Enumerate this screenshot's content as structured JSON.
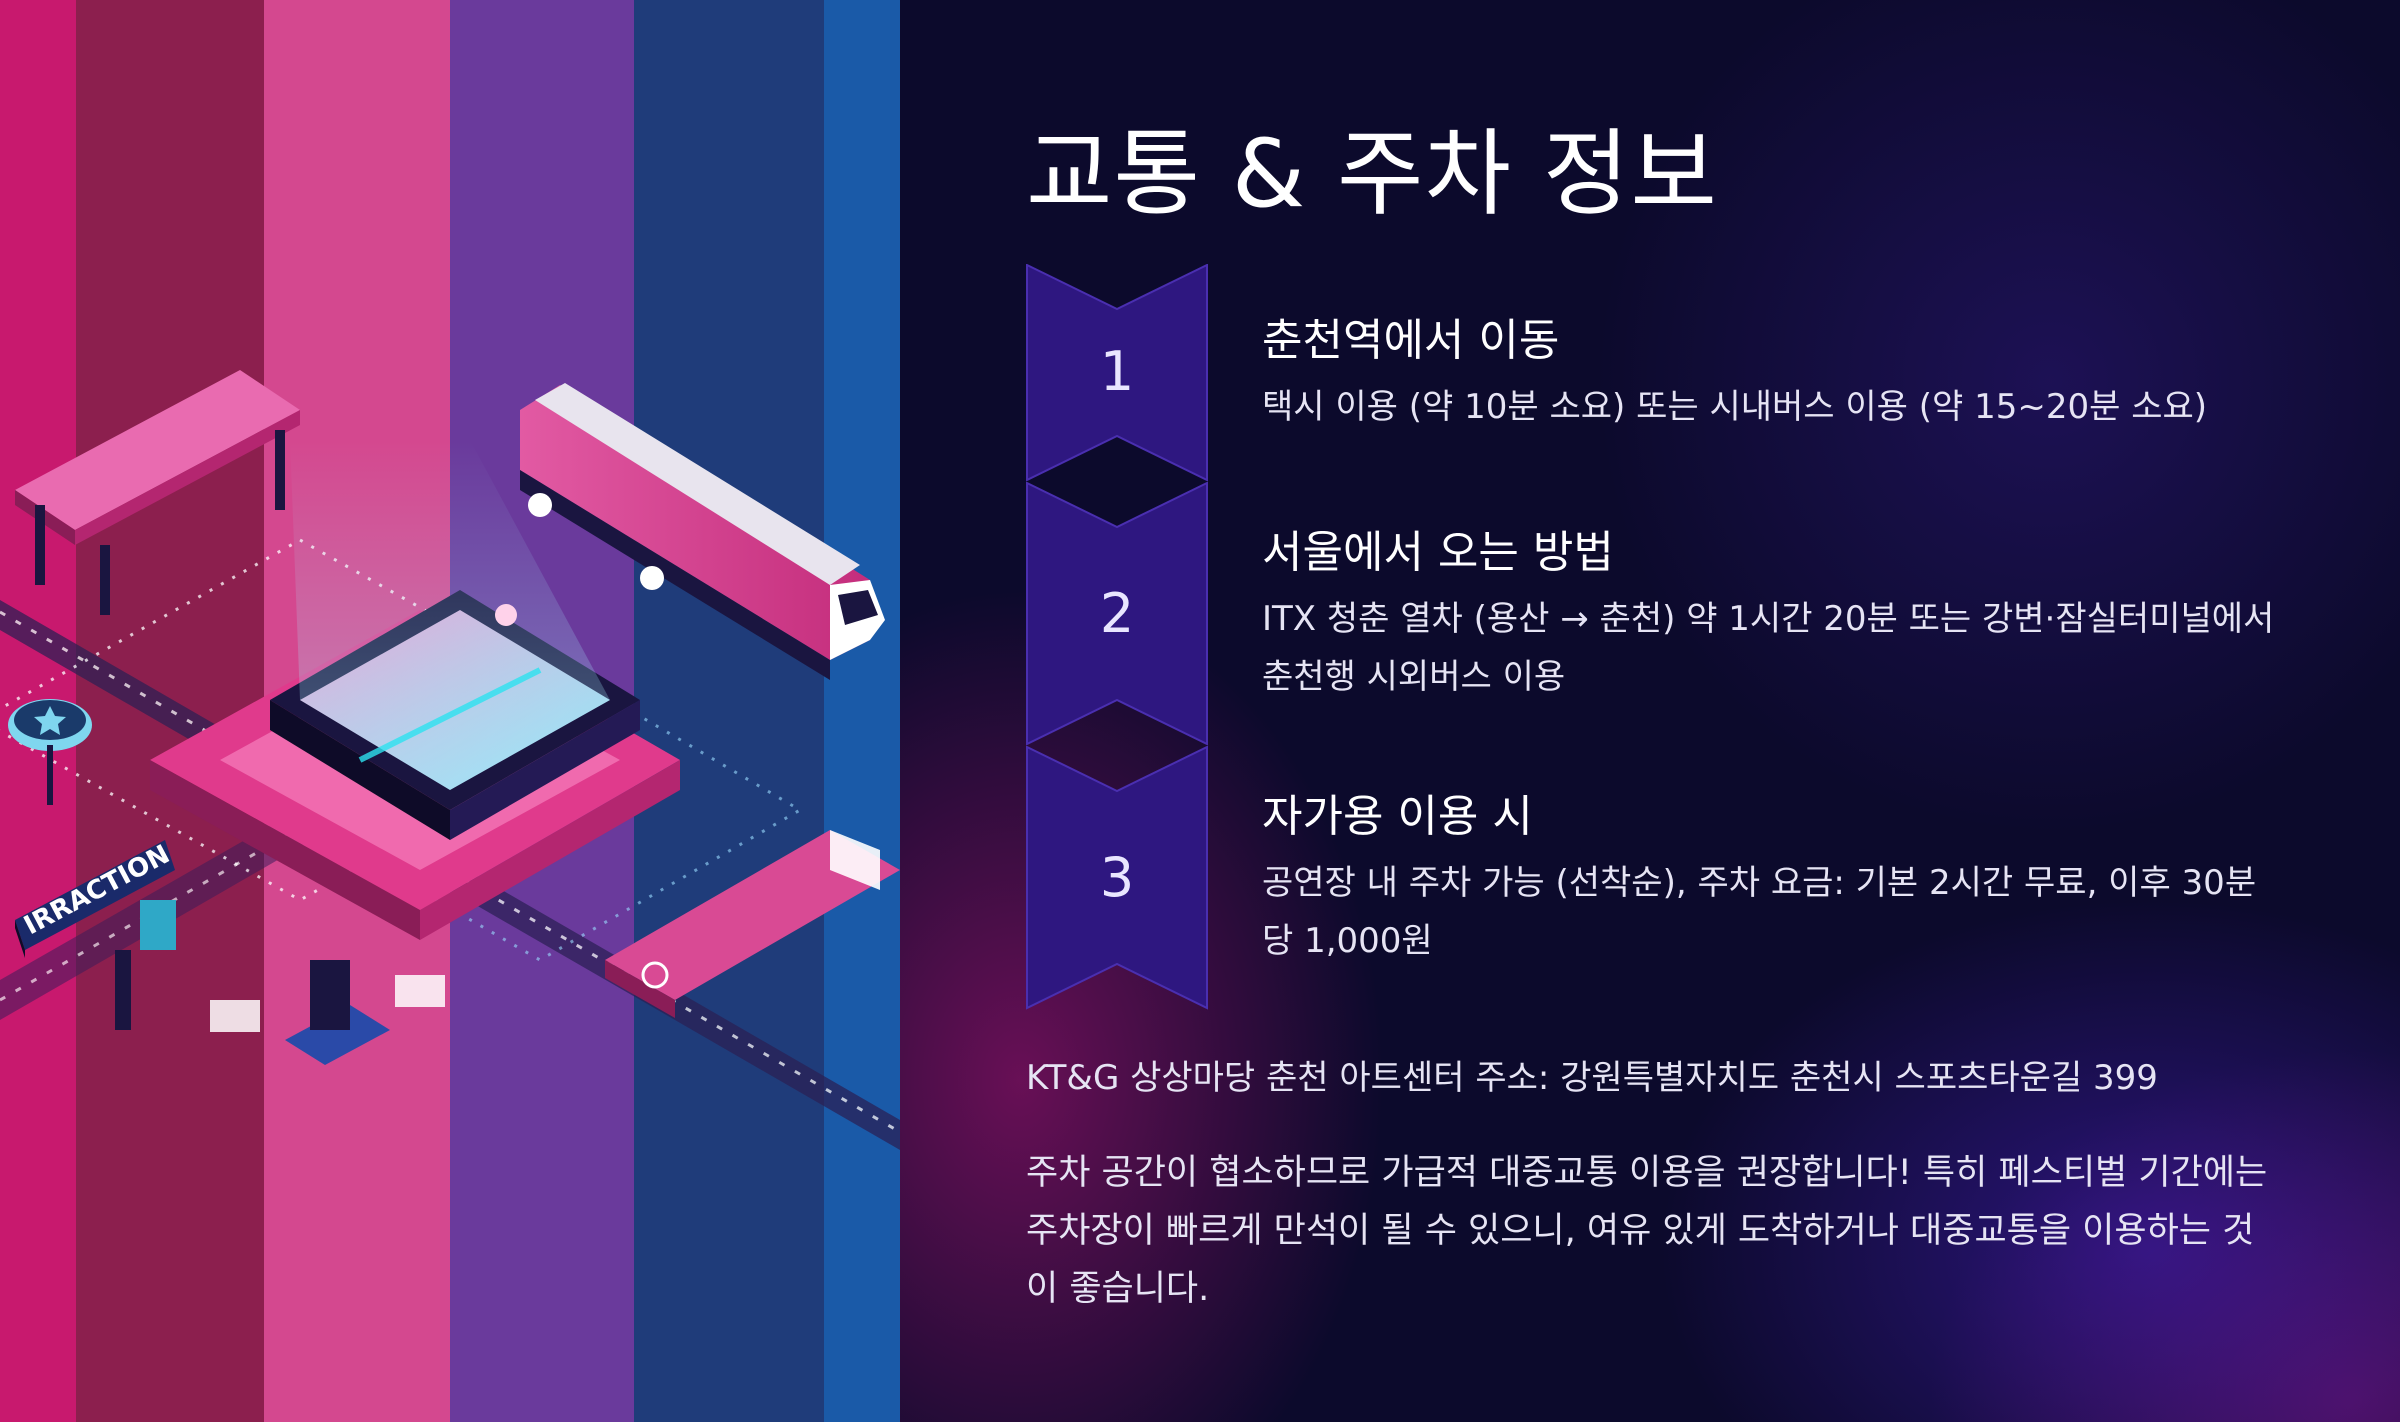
{
  "page": {
    "title": "교통 & 주차 정보"
  },
  "steps": [
    {
      "number": "1",
      "title": "춘천역에서 이동",
      "description": "택시 이용 (약 10분 소요) 또는 시내버스 이용 (약 15~20분 소요)"
    },
    {
      "number": "2",
      "title": "서울에서 오는 방법",
      "description": "ITX 청춘 열차 (용산 → 춘천) 약 1시간 20분 또는 강변·잠실터미널에서 춘천행 시외버스 이용"
    },
    {
      "number": "3",
      "title": "자가용 이용 시",
      "description": "공연장 내 주차 가능 (선착순), 주차 요금: 기본 2시간 무료, 이후 30분당 1,000원"
    }
  ],
  "address": "KT&G 상상마당 춘천 아트센터 주소: 강원특별자치도 춘천시 스포츠타운길 399",
  "note": "주차 공간이 협소하므로 가급적 대중교통 이용을 권장합니다! 특히 페스티벌 기간에는 주차장이 빠르게 만석이 될 수 있으니, 여유 있게 도착하거나 대중교통을 이용하는 것이 좋습니다.",
  "illustration": {
    "sign_text": "IRRACTION",
    "stripe_colors": [
      "#c8196e",
      "#8c1f4e",
      "#d4488f",
      "#6a3a9c",
      "#2f3f8f",
      "#1f3c7a",
      "#1a5aa8"
    ]
  },
  "colors": {
    "background": "#0c0a2c",
    "badge_fill": "#2e1780",
    "badge_stroke": "#4a2fb0",
    "accent_pink": "#d4367f"
  }
}
